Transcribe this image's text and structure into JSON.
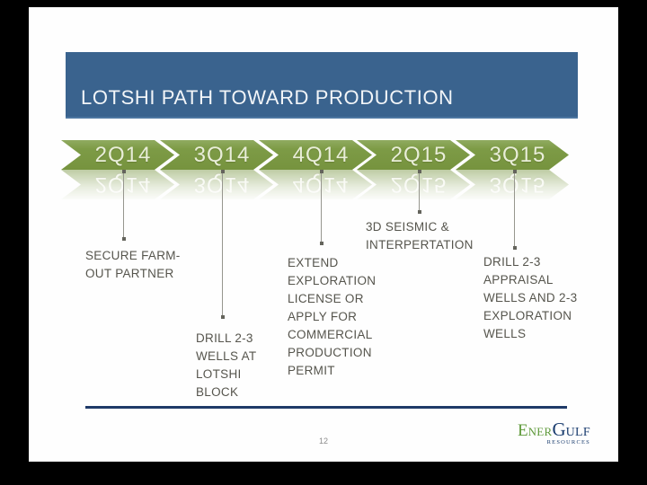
{
  "slide": {
    "title": "LOTSHI PATH TOWARD PRODUCTION"
  },
  "timeline": {
    "quarters": [
      {
        "label": "2Q14",
        "note": "SECURE FARM-\nOUT PARTNER"
      },
      {
        "label": "3Q14",
        "note": "DRILL 2-3\nWELLS AT\nLOTSHI\nBLOCK"
      },
      {
        "label": "4Q14",
        "note": "EXTEND\nEXPLORATION\nLICENSE OR\nAPPLY FOR\nCOMMERCIAL\nPRODUCTION\nPERMIT"
      },
      {
        "label": "2Q15",
        "note": "3D SEISMIC &\nINTERPERTATION"
      },
      {
        "label": "3Q15",
        "note": "DRILL 2-3\nAPPRAISAL\nWELLS AND 2-3\nEXPLORATION\nWELLS"
      }
    ]
  },
  "footer": {
    "page_number": "12",
    "logo": {
      "e": "E",
      "ner": "NER",
      "g": "G",
      "ulf": "ULF",
      "subtitle": "RESOURCES"
    }
  },
  "colors": {
    "title_bar_blue": "#3a638e",
    "chevron_green": "#7d9b46",
    "chevron_label": "#e9eed9",
    "body_text_gray": "#56554d",
    "footer_rule_navy": "#1f3a68",
    "logo_green": "#5f9a3b",
    "logo_navy": "#1c3e70",
    "frame_black": "#000000"
  }
}
